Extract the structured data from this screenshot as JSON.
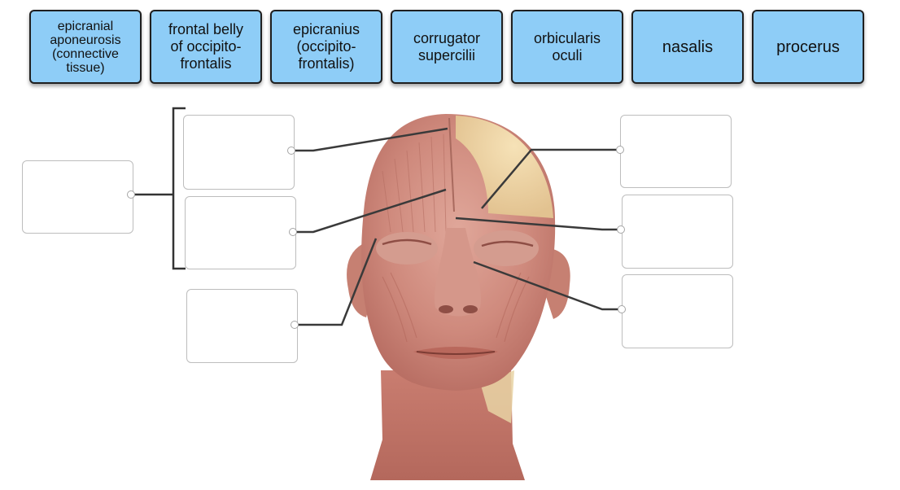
{
  "word_bank": [
    {
      "lines": [
        "epicranial",
        "aponeurosis",
        "(connective",
        "tissue)"
      ]
    },
    {
      "lines": [
        "frontal belly",
        "of occipito-",
        "frontalis"
      ]
    },
    {
      "lines": [
        "epicranius",
        "(occipito-",
        "frontalis)"
      ]
    },
    {
      "lines": [
        "corrugator",
        "supercilii"
      ]
    },
    {
      "lines": [
        "orbicularis",
        "oculi"
      ]
    },
    {
      "lines": [
        "nasalis"
      ]
    },
    {
      "lines": [
        "procerus"
      ]
    }
  ],
  "image": {
    "subject": "dissected-head-facial-muscles"
  },
  "colors": {
    "tile_fill": "#8ecdf7",
    "tile_border": "#1f1f1f",
    "leader_line": "#3a3a3a",
    "slot_border": "#bdbdbd"
  }
}
